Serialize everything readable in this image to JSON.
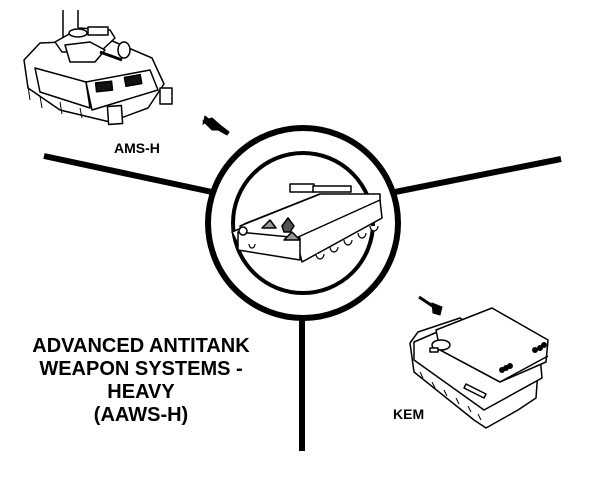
{
  "diagram": {
    "title_lines": [
      "ADVANCED ANTITANK",
      "WEAPON SYSTEMS -",
      "HEAVY",
      "(AAWS-H)"
    ],
    "systems": [
      {
        "label": "AMS-H",
        "vehicle": "tracked-fighting-vehicle-icon",
        "munition": "missile-icon"
      },
      {
        "label": "KEM",
        "vehicle": "tracked-launcher-vehicle-icon",
        "munition": "kinetic-energy-missile-icon"
      }
    ],
    "center_target": "enemy-tank-icon",
    "colors": {
      "ink": "#000000",
      "background": "#ffffff"
    }
  }
}
